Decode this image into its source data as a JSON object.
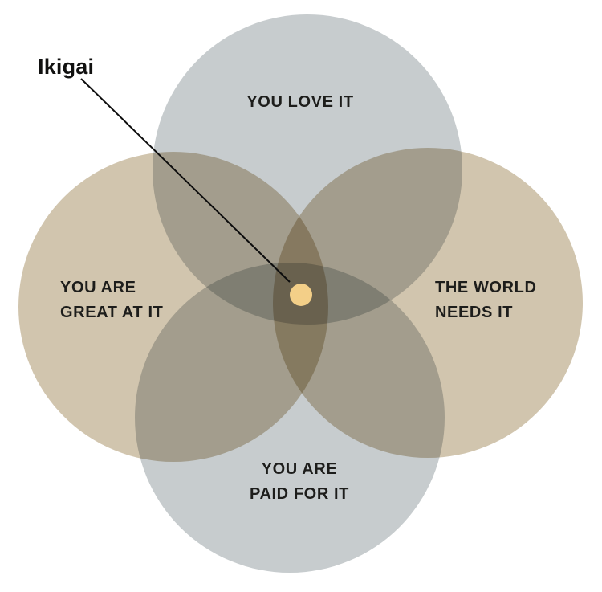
{
  "diagram": {
    "annotation": {
      "label": "Ikigai"
    },
    "center": {
      "name": "ikigai-dot",
      "color": "#f3cf88"
    },
    "colors": {
      "love_circle": "#c7ccce",
      "great_circle": "#d1c5ae",
      "needs_circle": "#d1c5ae",
      "paid_circle": "#c7ccce",
      "text": "#1d1d1b",
      "leader_line": "#0d0d0d",
      "background": "#ffffff"
    },
    "circles": [
      {
        "id": "love",
        "position": "top",
        "color": "#c7ccce",
        "lines": [
          "YOU LOVE IT"
        ]
      },
      {
        "id": "great",
        "position": "left",
        "color": "#d1c5ae",
        "lines": [
          "YOU ARE",
          "GREAT AT IT"
        ]
      },
      {
        "id": "needs",
        "position": "right",
        "color": "#d1c5ae",
        "lines": [
          "THE WORLD",
          "NEEDS IT"
        ]
      },
      {
        "id": "paid",
        "position": "bottom",
        "color": "#c7ccce",
        "lines": [
          "YOU ARE",
          "PAID FOR IT"
        ]
      }
    ]
  }
}
